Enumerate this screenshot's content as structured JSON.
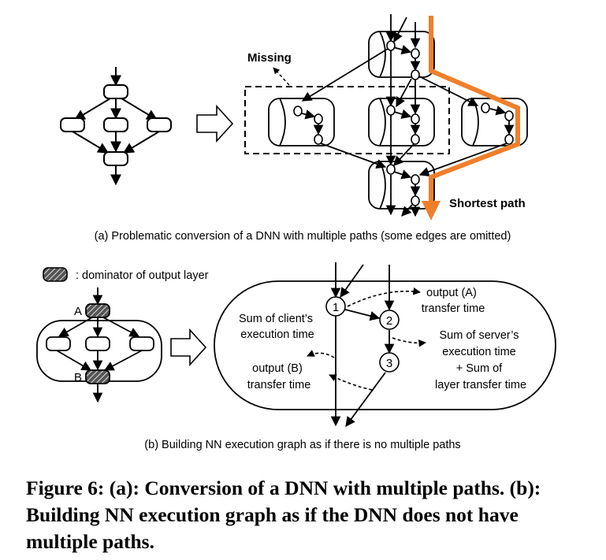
{
  "diagram_a": {
    "missing_label": "Missing",
    "shortest_path_label": "Shortest path",
    "caption": "(a) Problematic conversion of a DNN with multiple paths (some edges are omitted)"
  },
  "diagram_b": {
    "legend_label": ": dominator of output layer",
    "node_a": "A",
    "node_b": "B",
    "vertex_1": "1",
    "vertex_2": "2",
    "vertex_3": "3",
    "client_time_line1": "Sum of client’s",
    "client_time_line2": "execution time",
    "output_a_line1": "output (A)",
    "output_a_line2": "transfer time",
    "server_line1": "Sum of server’s",
    "server_line2": "execution time",
    "server_line3": "+ Sum of",
    "server_line4": "layer transfer time",
    "output_b_line1": "output (B)",
    "output_b_line2": "transfer time",
    "caption": "(b) Building NN execution graph as if there is no multiple paths"
  },
  "figure_caption": {
    "line1": "Figure 6: (a): Conversion of a DNN with multiple paths. (b):",
    "line2": "Building NN execution graph as if the DNN does not have",
    "line3": "multiple paths."
  },
  "colors": {
    "shortest_path": "#F07F2C",
    "stroke": "#000000",
    "background": "#FFFFFF"
  }
}
